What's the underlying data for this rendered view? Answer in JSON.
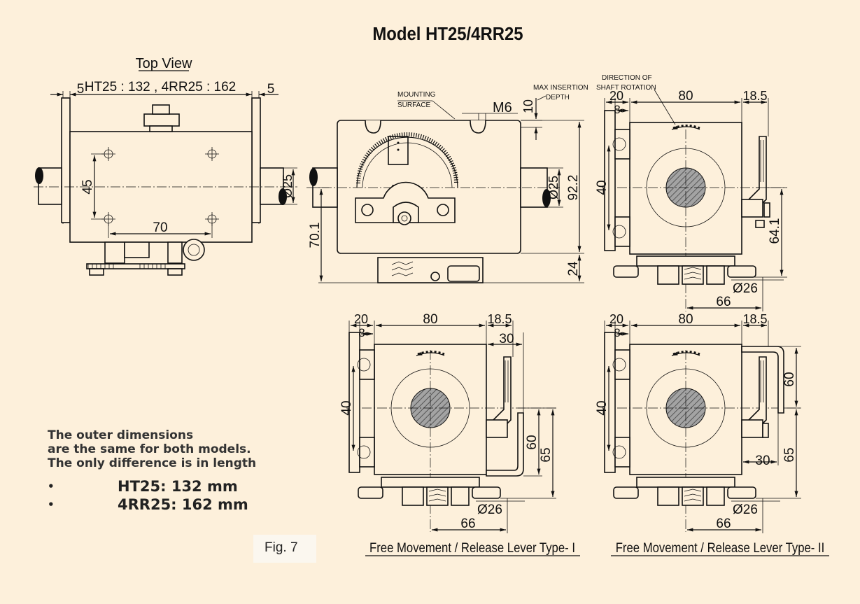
{
  "title": "Model HT25/4RR25",
  "figure_label": "Fig. 7",
  "top_view": {
    "heading": "Top View",
    "length_dim": "HT25 : 132 , 4RR25 : 162",
    "left_margin": "5",
    "right_margin": "5",
    "hole_spacing_v": "45",
    "hole_spacing_h": "70",
    "shaft_dia": "Ø25"
  },
  "front_view": {
    "mounting_surface": [
      "MOUNTING",
      "SURFACE"
    ],
    "thread": "M6",
    "insertion_depth_value": "10",
    "max_insertion_depth": [
      "MAX INSERTION",
      "DEPTH"
    ],
    "shaft_dia": "Ø25",
    "height": "92.2",
    "center_height": "70.1",
    "base_height": "24"
  },
  "side_view": {
    "rotation_label": [
      "DIRECTION OF",
      "SHAFT ROTATION"
    ],
    "offset_left": "20",
    "offset_small": "8",
    "width": "80",
    "offset_right": "18.5",
    "spacing": "40",
    "height": "64.1",
    "dia": "Ø26",
    "base": "66"
  },
  "lever_type_1": {
    "caption": "Free Movement / Release Lever Type- I",
    "offset_left": "20",
    "offset_small": "8",
    "width": "80",
    "offset_right": "18.5",
    "lever": "30",
    "spacing": "40",
    "lever_height": "60",
    "height": "65",
    "dia": "Ø26",
    "base": "66"
  },
  "lever_type_2": {
    "caption": "Free Movement / Release Lever Type- II",
    "offset_left": "20",
    "offset_small": "8",
    "width": "80",
    "offset_right": "18.5",
    "lever_height": "60",
    "spacing": "40",
    "lever": "30",
    "height": "65",
    "dia": "Ø26",
    "base": "66"
  },
  "note": {
    "lines": [
      "The outer dimensions",
      "are the same for both models.",
      "The only difference is in length"
    ],
    "bullets": [
      "HT25:  132 mm",
      "4RR25: 162 mm"
    ],
    "bullet_symbol": "•"
  },
  "colors": {
    "background": "#fdf0db",
    "ink": "#111111",
    "hatch": "#8a8a8a"
  }
}
